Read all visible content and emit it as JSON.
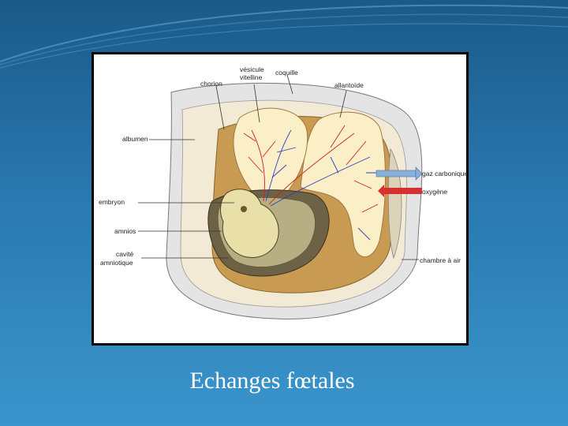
{
  "slide": {
    "caption": "Echanges fœtales"
  },
  "diagram": {
    "labels": {
      "chorion": "chorion",
      "vesicule_1": "vésicule",
      "vesicule_2": "vitelline",
      "coquille": "coquille",
      "allantoide": "allantoïde",
      "albumen": "albumen",
      "embryon": "embryon",
      "amnios": "amnios",
      "cavite_1": "cavité",
      "cavite_2": "amniotique",
      "gaz": "gaz carbonique",
      "oxygene": "oxygène",
      "chambre": "chambre à air"
    },
    "colors": {
      "shell": "#e4e4e4",
      "albumen": "#f2ead4",
      "chorion": "#c89a52",
      "allantois": "#fbefc8",
      "amnion": "#6e6246",
      "embryo": "#e9dfa8",
      "arrow_co2": "#8ab0d8",
      "arrow_o2": "#d83030",
      "vessel_red": "#d02020",
      "vessel_blue": "#3040c0"
    }
  }
}
